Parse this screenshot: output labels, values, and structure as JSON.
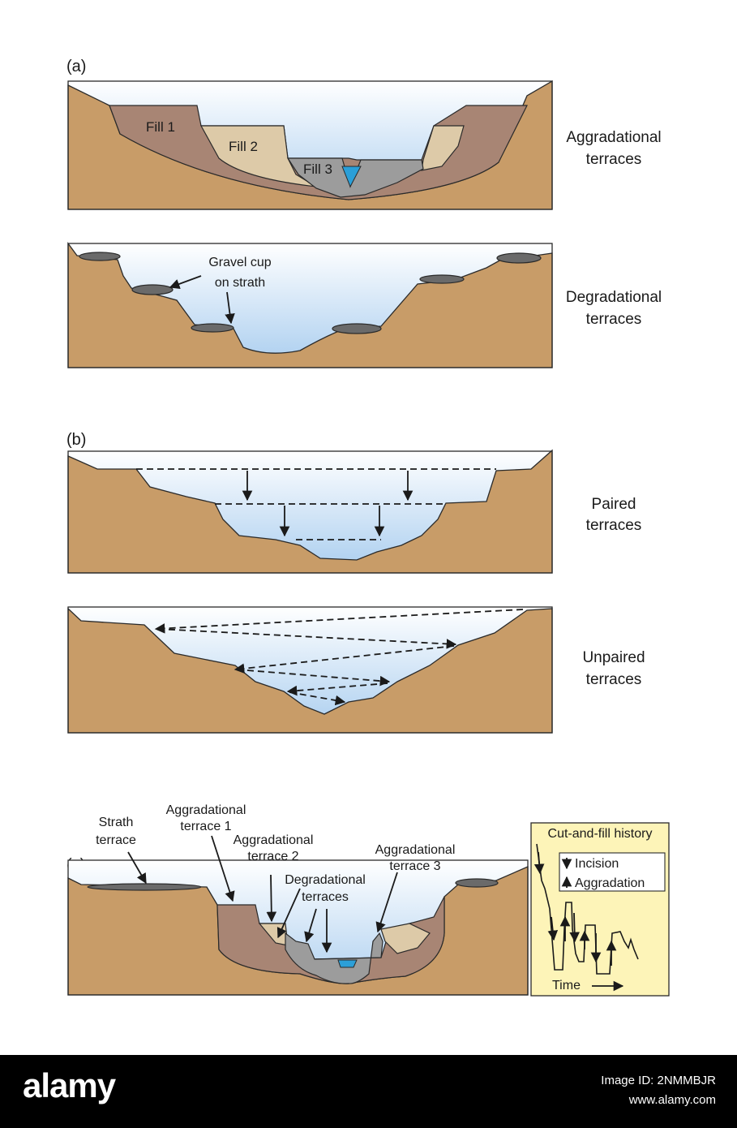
{
  "panels": {
    "a": {
      "letter": "(a)",
      "aggradational": {
        "side_line1": "Aggradational",
        "side_line2": "terraces",
        "fill1": "Fill 1",
        "fill2": "Fill 2",
        "fill3": "Fill 3"
      },
      "degradational": {
        "side_line1": "Degradational",
        "side_line2": "terraces",
        "gravel_line1": "Gravel cup",
        "gravel_line2": "on strath"
      }
    },
    "b": {
      "letter": "(b)",
      "paired": {
        "side_line1": "Paired",
        "side_line2": "terraces"
      },
      "unpaired": {
        "side_line1": "Unpaired",
        "side_line2": "terraces"
      }
    },
    "c": {
      "letter": "(c)",
      "strath_line1": "Strath",
      "strath_line2": "terrace",
      "agg1_line1": "Aggradational",
      "agg1_line2": "terrace 1",
      "agg2_line1": "Aggradational",
      "agg2_line2": "terrace 2",
      "deg_line1": "Degradational",
      "deg_line2": "terraces",
      "agg3_line1": "Aggradational",
      "agg3_line2": "terrace 3",
      "inset": {
        "title": "Cut-and-fill history",
        "legend_incision": "Incision",
        "legend_aggradation": "Aggradation",
        "time_label": "Time"
      }
    }
  },
  "colors": {
    "earth": "#c89c68",
    "fill1": "#a88574",
    "fill2": "#ddcaa8",
    "fill3": "#9c9c9c",
    "water": "#2b9fd8",
    "sky_top": "#ffffff",
    "sky_bottom": "#a9cdef",
    "inset_bg": "#fdf4b8"
  },
  "footer": {
    "brand": "alamy",
    "image_id": "Image ID: 2NMMBJR",
    "site": "www.alamy.com"
  }
}
